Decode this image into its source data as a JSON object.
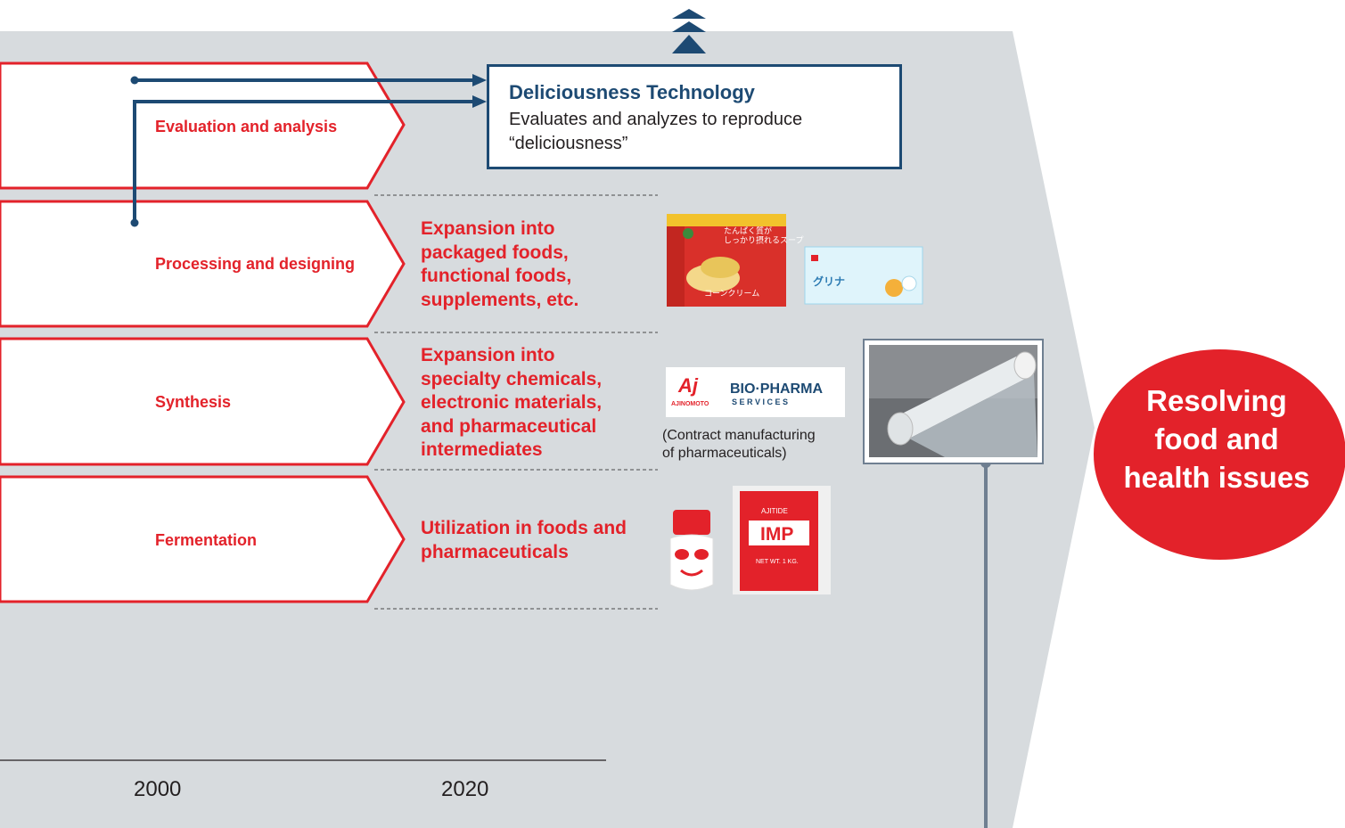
{
  "diagram": {
    "stages": [
      {
        "label": "Evaluation and analysis"
      },
      {
        "label": "Processing and designing",
        "expansion": "Expansion into\npackaged foods,\nfunctional foods,\nsupplements, etc."
      },
      {
        "label": "Synthesis",
        "expansion": "Expansion into\nspecialty chemicals,\nelectronic materials,\nand pharmaceutical\nintermediates"
      },
      {
        "label": "Fermentation",
        "expansion": "Utilization in foods and\npharmaceuticals"
      }
    ],
    "highlight": {
      "title": "Deliciousness Technology",
      "text": "Evaluates and analyzes to reproduce\n“deliciousness”"
    },
    "timeline": {
      "years": [
        "2000",
        "2020"
      ]
    },
    "goal": "Resolving\nfood and\nhealth issues",
    "logo": {
      "brand": "AJINOMOTO",
      "mark": "Aj",
      "name_line1": "BIO·PHARMA",
      "name_line2": "S E R V I C E S"
    },
    "logo_caption": "(Contract manufacturing\nof pharmaceuticals)",
    "products": {
      "soup_box_text": "たんぱく質が\nしっかり摂れるスープ",
      "soup_flavor": "コーンクリーム",
      "glina_box_text": "グリナ",
      "imp_bag_brand": "AJITIDE",
      "imp_bag_logo": "IMP",
      "imp_bag_text": "NET WT. 1 KG."
    },
    "colors": {
      "accent_red": "#e3222a",
      "navy": "#1d4a73",
      "panel_gray": "#d7dbde",
      "connector_gray": "#6f7f91"
    }
  }
}
